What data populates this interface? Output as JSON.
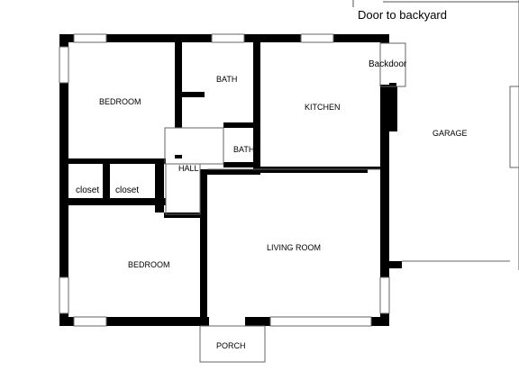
{
  "floor_plan": {
    "title": "",
    "note_door_to_backyard": "Door to backyard",
    "rooms": {
      "bedroom_top": "BEDROOM",
      "bath_top": "BATH",
      "kitchen": "KITCHEN",
      "backdoor": "Backdoor",
      "garage": "GARAGE",
      "hall": "HALL",
      "bath_small": "BATH",
      "closet_left": "closet",
      "closet_right": "closet",
      "bedroom_bottom": "BEDROOM",
      "living_room": "LIVING ROOM",
      "porch": "PORCH"
    },
    "colors": {
      "wall": "#000000",
      "window_frame": "#555555",
      "background": "#ffffff"
    }
  }
}
